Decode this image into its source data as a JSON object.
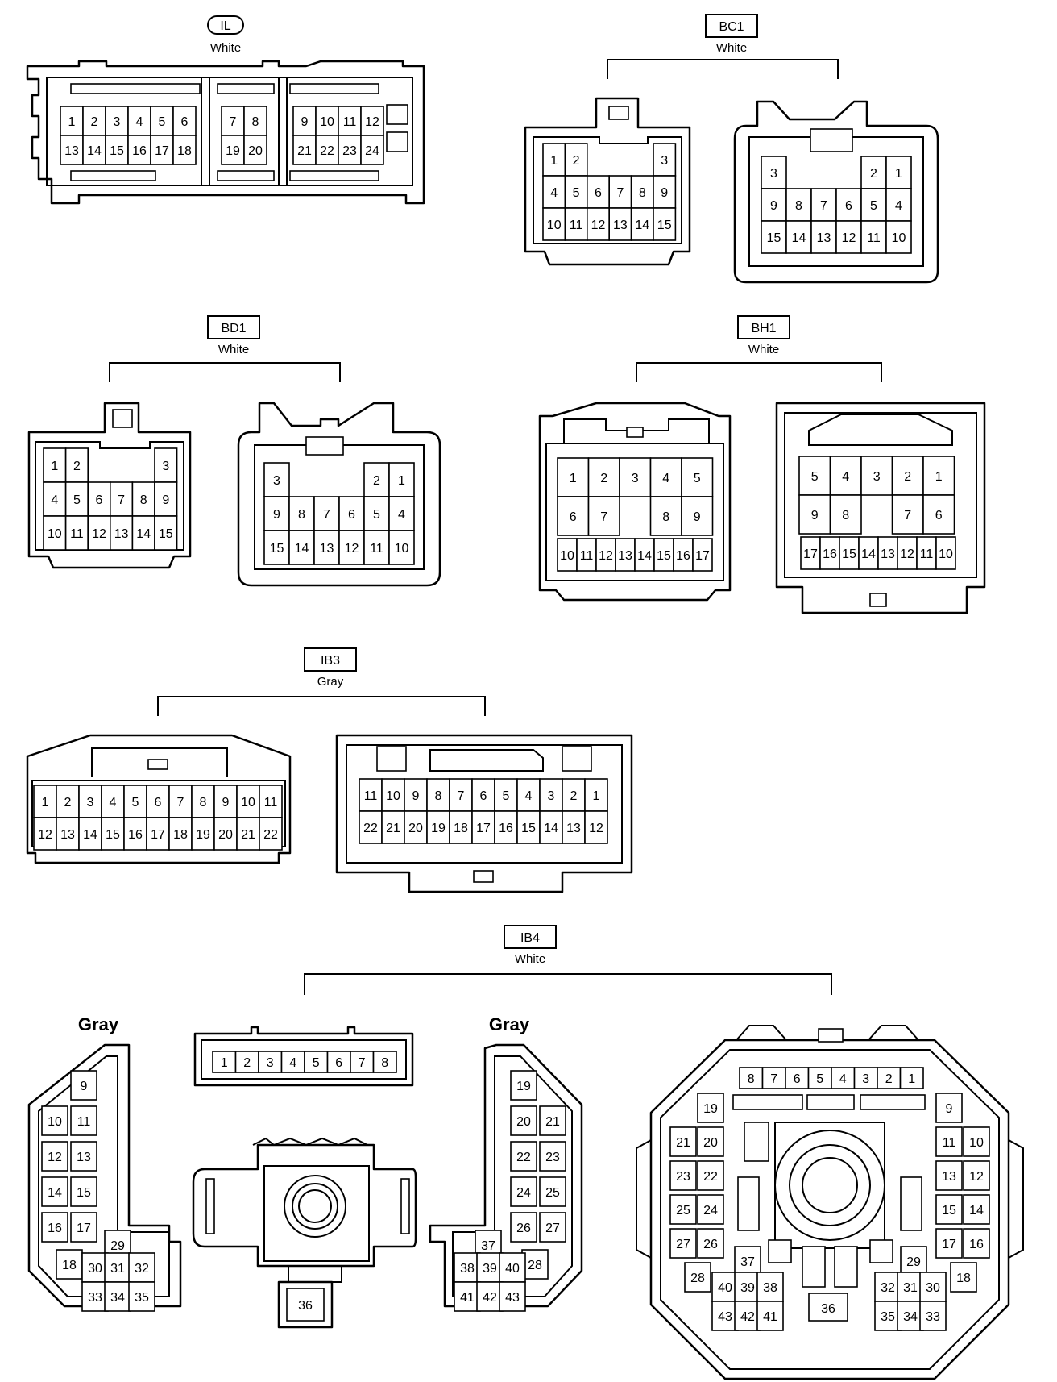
{
  "connectors": {
    "il": {
      "code": "IL",
      "color": "White"
    },
    "bc1": {
      "code": "BC1",
      "color": "White"
    },
    "bd1": {
      "code": "BD1",
      "color": "White"
    },
    "bh1": {
      "code": "BH1",
      "color": "White"
    },
    "ib3": {
      "code": "IB3",
      "color": "Gray"
    },
    "ib4": {
      "code": "IB4",
      "color": "White",
      "left_part_color": "Gray",
      "mid_part_color": "Gray"
    }
  },
  "pin_grids": {
    "il_a": [
      [
        "1",
        "2",
        "3",
        "4",
        "5",
        "6"
      ],
      [
        "13",
        "14",
        "15",
        "16",
        "17",
        "18"
      ]
    ],
    "il_b": [
      [
        "7",
        "8"
      ],
      [
        "19",
        "20"
      ]
    ],
    "il_c": [
      [
        "9",
        "10",
        "11",
        "12"
      ],
      [
        "21",
        "22",
        "23",
        "24"
      ]
    ],
    "bc1_left": [
      [
        "1",
        "2",
        "",
        "",
        "",
        "3"
      ],
      [
        "4",
        "5",
        "6",
        "7",
        "8",
        "9"
      ],
      [
        "10",
        "11",
        "12",
        "13",
        "14",
        "15"
      ]
    ],
    "bc1_right": [
      [
        "3",
        "",
        "",
        "",
        "2",
        "1"
      ],
      [
        "9",
        "8",
        "7",
        "6",
        "5",
        "4"
      ],
      [
        "15",
        "14",
        "13",
        "12",
        "11",
        "10"
      ]
    ],
    "bd1_left": [
      [
        "1",
        "2",
        "",
        "",
        "",
        "3"
      ],
      [
        "4",
        "5",
        "6",
        "7",
        "8",
        "9"
      ],
      [
        "10",
        "11",
        "12",
        "13",
        "14",
        "15"
      ]
    ],
    "bd1_right": [
      [
        "3",
        "",
        "",
        "",
        "2",
        "1"
      ],
      [
        "9",
        "8",
        "7",
        "6",
        "5",
        "4"
      ],
      [
        "15",
        "14",
        "13",
        "12",
        "11",
        "10"
      ]
    ],
    "bh1_left_top": [
      [
        "1",
        "2",
        "3",
        "4",
        "5"
      ],
      [
        "6",
        "7",
        "",
        "8",
        "9"
      ]
    ],
    "bh1_left_bot": [
      [
        "10",
        "11",
        "12",
        "13",
        "14",
        "15",
        "16",
        "17"
      ]
    ],
    "bh1_right_top": [
      [
        "5",
        "4",
        "3",
        "2",
        "1"
      ],
      [
        "9",
        "8",
        "",
        "7",
        "6"
      ]
    ],
    "bh1_right_bot": [
      [
        "17",
        "16",
        "15",
        "14",
        "13",
        "12",
        "11",
        "10"
      ]
    ],
    "ib3_left": [
      [
        "1",
        "2",
        "3",
        "4",
        "5",
        "6",
        "7",
        "8",
        "9",
        "10",
        "11"
      ],
      [
        "12",
        "13",
        "14",
        "15",
        "16",
        "17",
        "18",
        "19",
        "20",
        "21",
        "22"
      ]
    ],
    "ib3_right": [
      [
        "11",
        "10",
        "9",
        "8",
        "7",
        "6",
        "5",
        "4",
        "3",
        "2",
        "1"
      ],
      [
        "22",
        "21",
        "20",
        "19",
        "18",
        "17",
        "16",
        "15",
        "14",
        "13",
        "12"
      ]
    ],
    "ib4_strip": [
      [
        "1",
        "2",
        "3",
        "4",
        "5",
        "6",
        "7",
        "8"
      ]
    ],
    "ib4_big_top": [
      [
        "8",
        "7",
        "6",
        "5",
        "4",
        "3",
        "2",
        "1"
      ]
    ]
  },
  "ib4_pins": {
    "gray_left": [
      "9",
      "10",
      "11",
      "12",
      "13",
      "14",
      "15",
      "16",
      "17",
      "29",
      "18",
      "30",
      "31",
      "32",
      "33",
      "34",
      "35"
    ],
    "mid_36": "36",
    "gray_right": [
      "19",
      "20",
      "21",
      "22",
      "23",
      "24",
      "25",
      "26",
      "27",
      "37",
      "28",
      "38",
      "39",
      "40",
      "41",
      "42",
      "43"
    ],
    "big_left": [
      "19",
      "21",
      "20",
      "23",
      "22",
      "25",
      "24",
      "27",
      "26",
      "28",
      "37",
      "40",
      "39",
      "38",
      "43",
      "42",
      "41"
    ],
    "big_right": [
      "9",
      "11",
      "10",
      "13",
      "12",
      "15",
      "14",
      "17",
      "16",
      "29",
      "18",
      "32",
      "31",
      "30",
      "35",
      "34",
      "33"
    ],
    "big_center": "36"
  }
}
